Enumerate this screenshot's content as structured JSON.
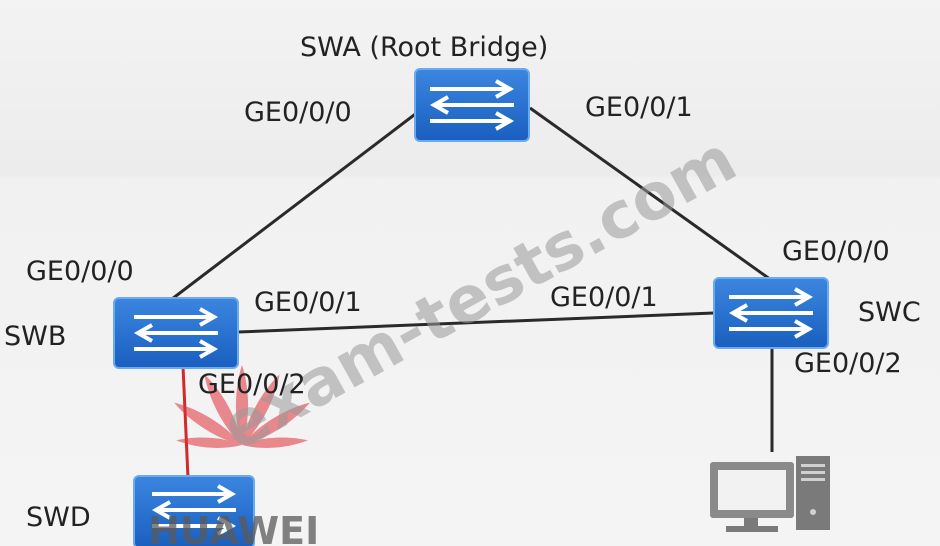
{
  "diagram": {
    "root_label": "SWA (Root Bridge)",
    "switches": {
      "swa": {
        "name": "SWA"
      },
      "swb": {
        "name": "SWB"
      },
      "swc": {
        "name": "SWC"
      },
      "swd": {
        "name": "SWD"
      }
    },
    "ports": {
      "swa_ge000": "GE0/0/0",
      "swa_ge001": "GE0/0/1",
      "swb_ge000": "GE0/0/0",
      "swb_ge001": "GE0/0/1",
      "swb_ge002": "GE0/0/2",
      "swc_ge000": "GE0/0/0",
      "swc_ge001": "GE0/0/1",
      "swc_ge002": "GE0/0/2"
    },
    "links": [
      {
        "from": "SWA",
        "to": "SWB"
      },
      {
        "from": "SWA",
        "to": "SWC"
      },
      {
        "from": "SWB",
        "to": "SWC"
      },
      {
        "from": "SWB",
        "to": "SWD"
      },
      {
        "from": "SWC",
        "to": "PC"
      }
    ],
    "icons": {
      "switch": "switch-icon",
      "pc": "pc-icon",
      "logo": "huawei-logo"
    },
    "colors": {
      "switch_fill": "#1f6fd1",
      "switch_stroke": "#6aaaf0",
      "link": "#2a2a2a",
      "swd_link": "#d22a2a",
      "pc": "#7a7a7a",
      "logo": "#e0323a"
    },
    "watermark": {
      "text": "exam-tests.com",
      "logo_text": "HUAWEI"
    }
  }
}
